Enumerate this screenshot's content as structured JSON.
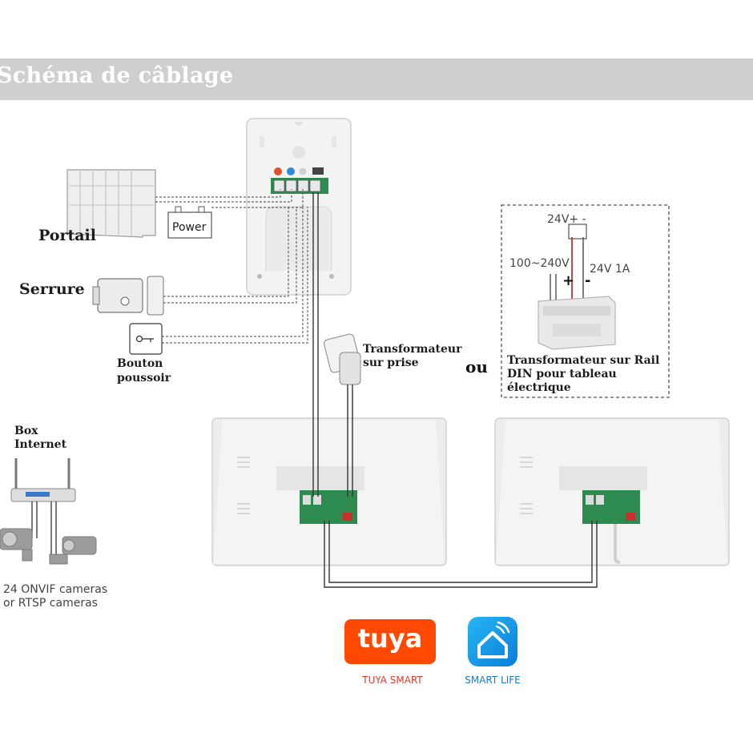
{
  "banner": {
    "title": "Schéma de câblage"
  },
  "labels": {
    "portail": "Portail",
    "power": "Power",
    "serrure": "Serrure",
    "bouton_line1": "Bouton",
    "bouton_line2": "poussoir",
    "transfo_prise_line1": "Transformateur",
    "transfo_prise_line2": "sur prise",
    "ou": "ou",
    "din_line1": "Transformateur sur Rail",
    "din_line2": "DIN pour tableau",
    "din_line3": "électrique",
    "v24_plus": "24V+ -",
    "v_ac": "100~240V",
    "v24_1a": "24V 1A",
    "box_line1": "Box",
    "box_line2": "Internet",
    "cams_line1": "24 ONVIF cameras",
    "cams_line2": "or RTSP cameras"
  },
  "apps": {
    "tuya_logo": "tuya",
    "tuya_caption": "TUYA SMART",
    "smartlife_caption": "SMART LIFE"
  },
  "colors": {
    "banner": "#cfcfcf",
    "tuya": "#ff4800",
    "smart_life": "#1a8fe6",
    "pcb": "#2e8b4f"
  }
}
